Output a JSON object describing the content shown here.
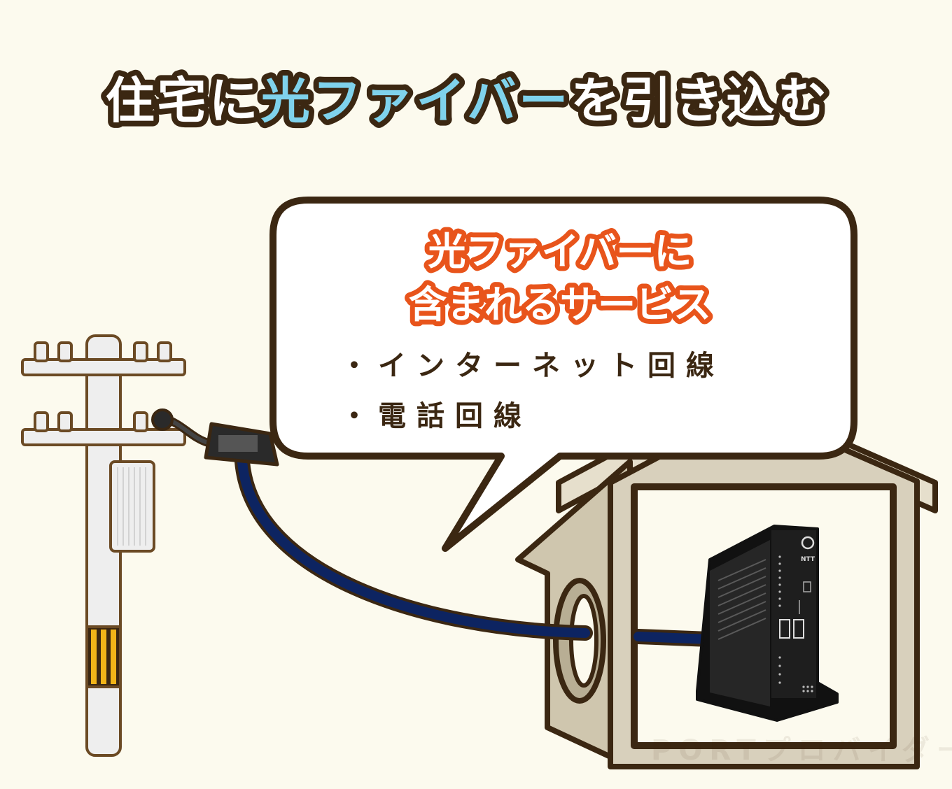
{
  "title": {
    "part1": "住宅に",
    "highlight": "光ファイバー",
    "part2": "を引き込む"
  },
  "bubble": {
    "heading_line1": "光ファイバーに",
    "heading_line2": "含まれるサービス",
    "items": [
      {
        "bullet": "・",
        "label": "インターネット回線"
      },
      {
        "bullet": "・",
        "label": "電話回線"
      }
    ]
  },
  "device": {
    "brand": "NTT"
  },
  "watermark": "PORTプロバイダー",
  "colors": {
    "background": "#fcfaee",
    "outline": "#3b2712",
    "title_text": "#ffffff",
    "title_highlight": "#7fd2ec",
    "heading_fill": "#ffffff",
    "heading_stroke": "#e8541b",
    "cable": "#0d2461",
    "house": "#d8d0bc",
    "pole": "#eeeeee",
    "pole_stripe": "#f2b418",
    "device": "#1c1c1c"
  },
  "icons": [
    "utility-pole-icon",
    "house-icon",
    "router-icon",
    "speech-bubble-icon"
  ]
}
